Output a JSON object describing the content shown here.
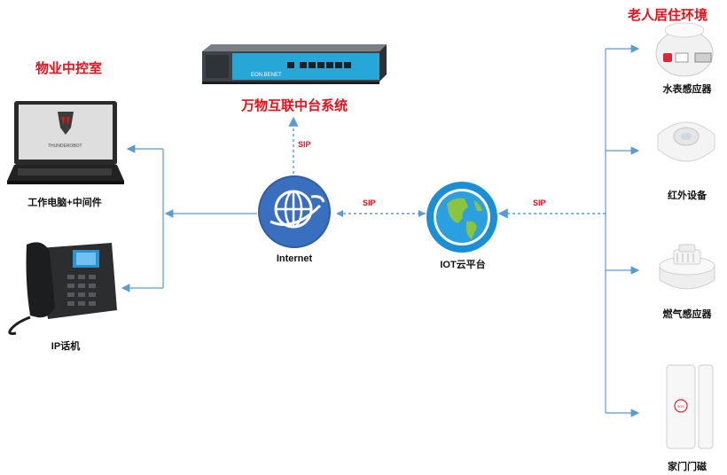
{
  "titles": {
    "control_room": "物业中控室",
    "platform": "万物互联中台系统",
    "elderly_env": "老人居住环境"
  },
  "nodes": {
    "computer": "工作电脑+中间件",
    "ip_phone": "IP话机",
    "internet": "Internet",
    "iot_cloud": "IOT云平台",
    "water_sensor": "水表感应器",
    "infrared": "红外设备",
    "gas_sensor": "燃气感应器",
    "door_magnet": "家门门磁"
  },
  "links": {
    "sip_up": "SIP",
    "sip_mid": "SIP",
    "sip_right": "SIP"
  },
  "brand": {
    "laptop_logo": "THUNDEROBOT",
    "router_logo": "EON.BENET",
    "door_sos": "SOS"
  },
  "colors": {
    "line_blue": "#5b9bd5",
    "title_red": "#e8101a",
    "globe_blue": "#3a6fc0",
    "earth_blue": "#1b8fd6"
  }
}
